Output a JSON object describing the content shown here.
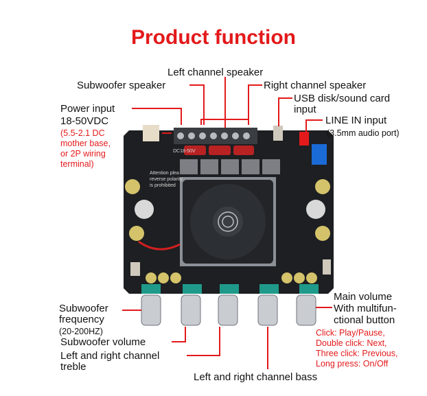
{
  "title": "Product function",
  "labels": {
    "left_channel_speaker": "Left channel speaker",
    "subwoofer_speaker": "Subwoofer speaker",
    "right_channel_speaker": "Right channel speaker",
    "usb_disk": "USB disk/sound card",
    "usb_disk_line2": "input",
    "power_input": "Power input",
    "power_voltage": "18-50VDC",
    "power_note_1": "(5.5-2.1 DC",
    "power_note_2": "mother base,",
    "power_note_3": "or 2P wiring",
    "power_note_4": "terminal)",
    "line_in": "LINE IN input",
    "line_in_note": "(3.5mm audio port)",
    "sub_freq_1": "Subwoofer",
    "sub_freq_2": "frequency",
    "sub_freq_3": "(20-200HZ)",
    "sub_volume": "Subwoofer volume",
    "treble_1": "Left and right channel",
    "treble_2": "treble",
    "bass": "Left and right channel bass",
    "main_volume_1": "Main volume",
    "main_volume_2": "With multifun-",
    "main_volume_3": "ctional button",
    "click_1": "Click: Play/Pause,",
    "click_2": "Double click: Next,",
    "click_3": "Three click: Previous,",
    "click_4": "Long press: On/Off"
  },
  "board_text": {
    "voltage_mark": "DC18-50V",
    "warning_1": "Attention plea",
    "warning_2": "reverse polarity",
    "warning_3": "is prohibited"
  },
  "colors": {
    "accent": "#e3191b",
    "board": "#1d1f22",
    "heatsink": "#8b8f96",
    "fan": "#222427",
    "knob": "#c9ccd1"
  }
}
